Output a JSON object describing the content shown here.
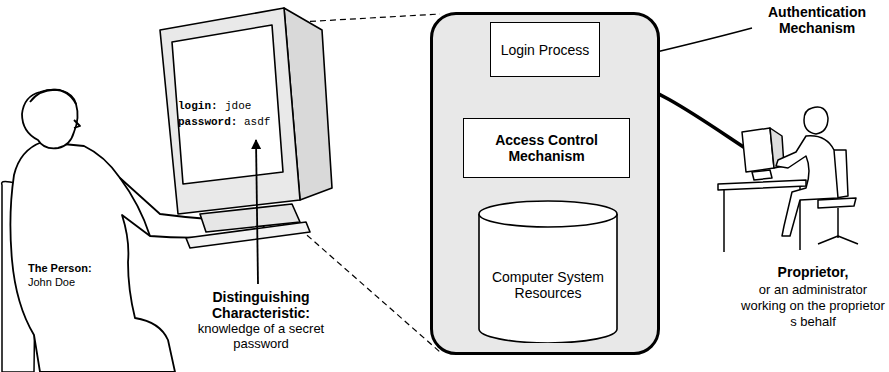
{
  "diagram": {
    "nodes": [
      {
        "text": []
      },
      {
        "text": [
          "Login Process"
        ],
        "in": 0
      },
      {
        "text": [
          "Access Control Mechanism"
        ],
        "in": 0
      },
      {
        "text": [
          "Computer System Resources"
        ],
        "in": 0
      }
    ],
    "labels": [
      "login:",
      "jdoe",
      "password:",
      "asdf",
      "The Person:",
      "John Doe",
      "Distinguishing Characteristic:",
      "knowledge of a secret password",
      "Authentication Mechanism",
      "Proprietor,",
      "or an administrator working on the proprietor s behalf"
    ]
  }
}
